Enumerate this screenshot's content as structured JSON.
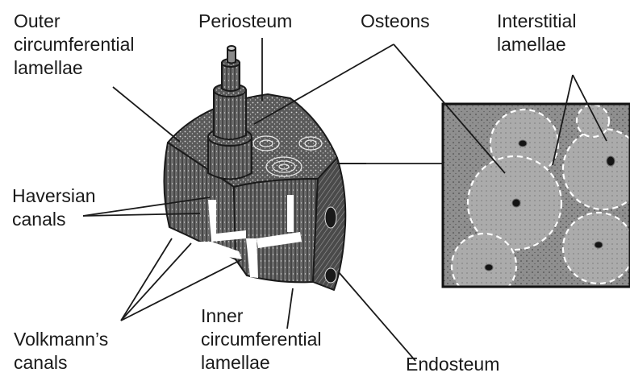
{
  "labels": {
    "outer_circumferential": [
      "Outer",
      "circumferential",
      "lamellae"
    ],
    "periosteum": "Periosteum",
    "osteons": "Osteons",
    "interstitial": [
      "Interstitial",
      "lamellae"
    ],
    "haversian": [
      "Haversian",
      "canals"
    ],
    "volkmann": [
      "Volkmann’s",
      "canals"
    ],
    "inner_circumferential": [
      "Inner",
      "circumferential",
      "lamellae"
    ],
    "endosteum": "Endosteum"
  },
  "colors": {
    "ink": "#1a1a1a",
    "micrograph_bg": "#8a8a8a",
    "osteon_fill": "#a9a9a9",
    "dash": "#ffffff"
  }
}
